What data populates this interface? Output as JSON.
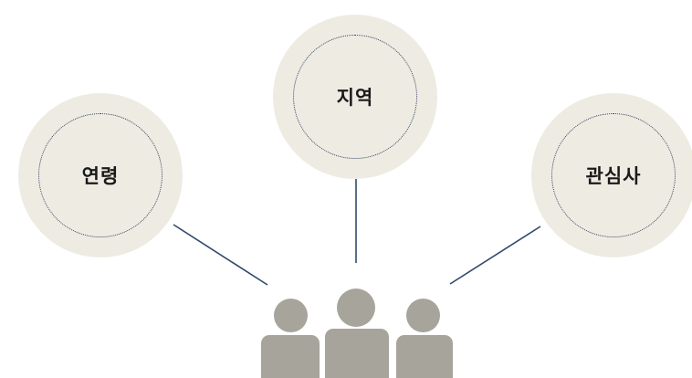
{
  "diagram": {
    "topics": [
      {
        "label": "연령"
      },
      {
        "label": "지역"
      },
      {
        "label": "관심사"
      }
    ],
    "people_icon": "people-group-icon",
    "colors": {
      "circle_fill": "#eeebe2",
      "circle_dotted_border": "#33415f",
      "connector_line": "#2f4a6d",
      "person_fill": "#a7a49b",
      "label_text": "#1a1a1a"
    }
  }
}
